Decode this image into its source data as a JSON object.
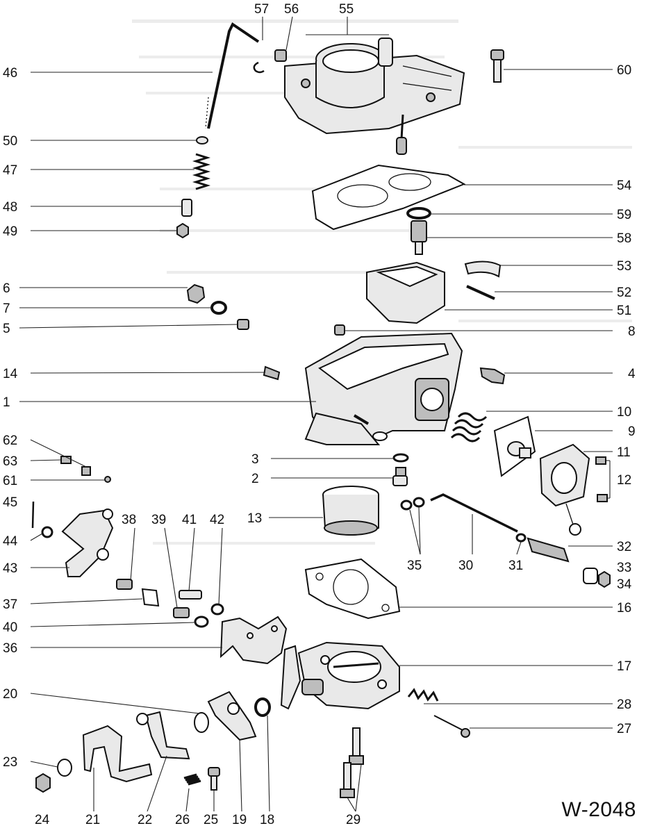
{
  "figure": {
    "code": "W-2048",
    "type": "exploded-view",
    "callouts_left": [
      "46",
      "50",
      "47",
      "48",
      "49",
      "6",
      "7",
      "5",
      "14",
      "1",
      "62",
      "63",
      "61",
      "45",
      "44",
      "43",
      "37",
      "40",
      "36",
      "20",
      "23"
    ],
    "callouts_right": [
      "60",
      "54",
      "59",
      "58",
      "53",
      "52",
      "51",
      "8",
      "4",
      "10",
      "9",
      "11",
      "12",
      "32",
      "33",
      "34",
      "16",
      "17",
      "28",
      "27"
    ],
    "callouts_top": [
      "57",
      "56",
      "55"
    ],
    "callouts_row_38_42": [
      "38",
      "39",
      "41",
      "42"
    ],
    "callouts_center": [
      "3",
      "2",
      "13"
    ],
    "callouts_row_35_31": [
      "35",
      "30",
      "31"
    ],
    "callouts_bottom": [
      "24",
      "21",
      "22",
      "26",
      "25",
      "19",
      "18",
      "29"
    ]
  }
}
